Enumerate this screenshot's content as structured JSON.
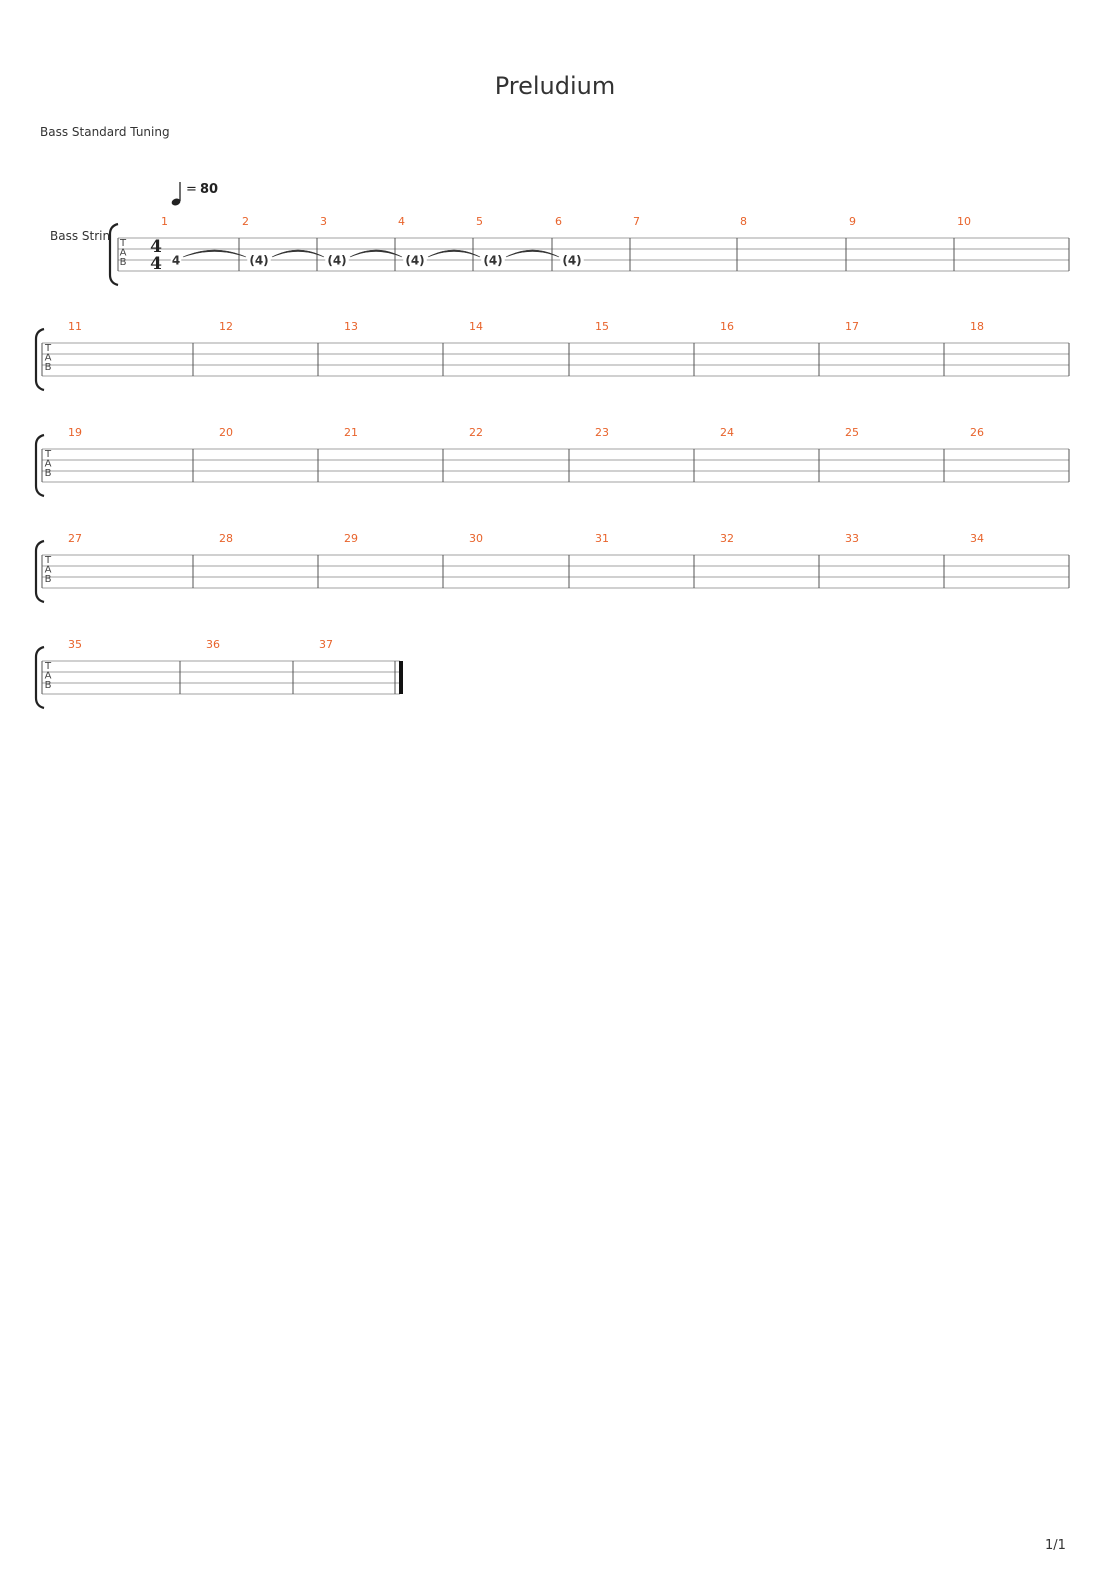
{
  "document": {
    "title": "Preludium",
    "tuning": "Bass Standard Tuning",
    "page_number": "1/1"
  },
  "track": {
    "label": "Bass Strin",
    "clef": [
      "T",
      "A",
      "B"
    ]
  },
  "tempo": {
    "equals": "=",
    "bpm": "80"
  },
  "time_signature": {
    "numerator": "4",
    "denominator": "4"
  },
  "notes": [
    {
      "measure": 1,
      "fret": "4",
      "tied_to_next": true
    },
    {
      "measure": 2,
      "fret": "(4)",
      "tied_to_next": true
    },
    {
      "measure": 3,
      "fret": "(4)",
      "tied_to_next": true
    },
    {
      "measure": 4,
      "fret": "(4)",
      "tied_to_next": true
    },
    {
      "measure": 5,
      "fret": "(4)",
      "tied_to_next": true
    },
    {
      "measure": 6,
      "fret": "(4)",
      "tied_to_next": false
    }
  ],
  "systems": [
    {
      "measures": [
        "1",
        "2",
        "3",
        "4",
        "5",
        "6",
        "7",
        "8",
        "9",
        "10"
      ]
    },
    {
      "measures": [
        "11",
        "12",
        "13",
        "14",
        "15",
        "16",
        "17",
        "18"
      ]
    },
    {
      "measures": [
        "19",
        "20",
        "21",
        "22",
        "23",
        "24",
        "25",
        "26"
      ]
    },
    {
      "measures": [
        "27",
        "28",
        "29",
        "30",
        "31",
        "32",
        "33",
        "34"
      ]
    },
    {
      "measures": [
        "35",
        "36",
        "37"
      ]
    }
  ],
  "colors": {
    "measure_number": "#e8632b",
    "staff_line": "#a0a0a0",
    "barline": "#555555",
    "text": "#333333"
  }
}
